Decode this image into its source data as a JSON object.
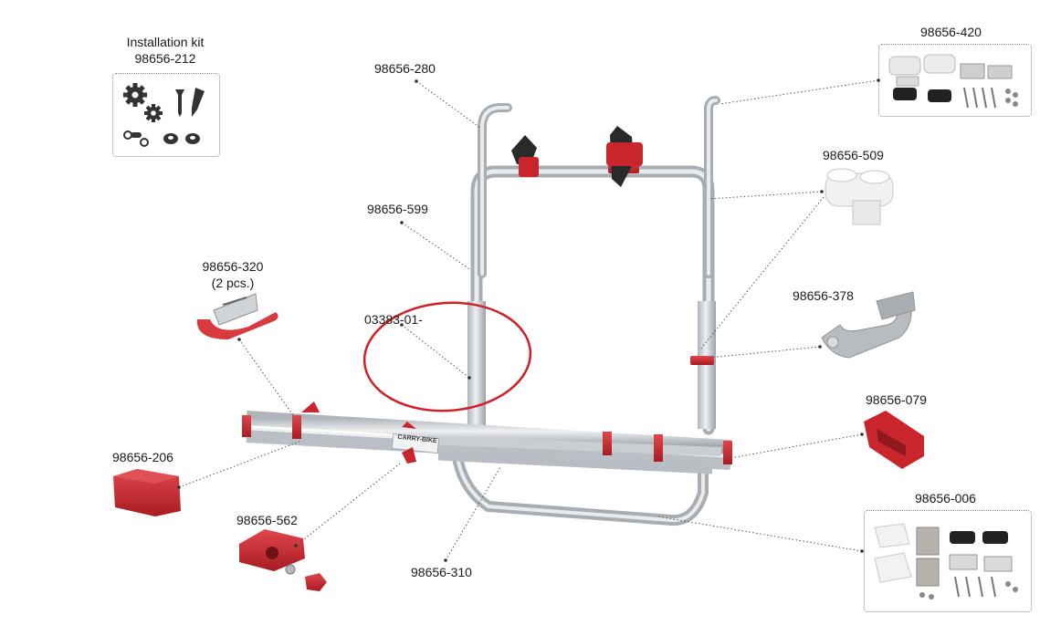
{
  "colors": {
    "frame": "#c7ccd2",
    "frame_dark": "#9aa1a8",
    "accent_red": "#c8262c",
    "highlight_circle": "#d21f26",
    "leader": "#555555"
  },
  "installation_kit": {
    "title": "Installation kit",
    "part": "98656-212",
    "icons": [
      "gear-icon",
      "screw-icon",
      "chain-icon",
      "nut-icon"
    ]
  },
  "parts": {
    "p280": "98656-280",
    "p420": "98656-420",
    "p509": "98656-509",
    "p599": "98656-599",
    "p320": "98656-320",
    "p320_qty": "(2 pcs.)",
    "p378": "98656-378",
    "p03383": "03383-01-",
    "p079": "98656-079",
    "p206": "98656-206",
    "p006": "98656-006",
    "p562": "98656-562",
    "p310": "98656-310"
  },
  "product_label": "CARRY-BIKE"
}
